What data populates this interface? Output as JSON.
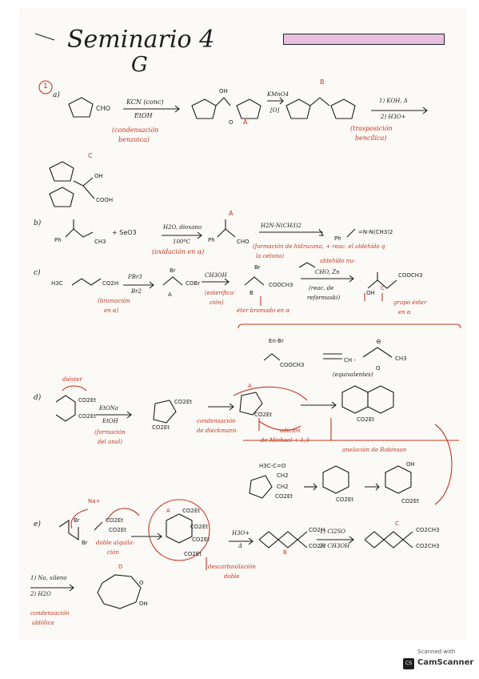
{
  "header": {
    "title": "Seminario 4",
    "subtitle_mark": "G",
    "problem_number": "1"
  },
  "colors": {
    "ink": "#1d1d1d",
    "red": "#c4341f",
    "pink": "#e9c0e0"
  },
  "part_a": {
    "label": "a)",
    "reactant": "CHO",
    "reagent_top": "KCN (conc)",
    "reagent_bottom": "EtOH",
    "note": [
      "(condensación",
      "benzoica)"
    ],
    "oh": "OH",
    "o": "O",
    "label_A": "A",
    "reagent2_top": "KMnO4",
    "reagent2_bottom": "[O]",
    "label_B": "B",
    "reagent3_line1": "1) KOH, Δ",
    "reagent3_line2": "2) H3O+",
    "note2": [
      "(trasposición",
      "bencílica)"
    ],
    "label_C": "C",
    "c_oh": "OH",
    "c_cooh": "COOH"
  },
  "part_b": {
    "label": "b)",
    "ph": "Ph",
    "ch3": "CH3",
    "plus_reagent": "+ SeO3",
    "reagent_top": "H2O, dioxano",
    "reagent_bottom": "100ºC",
    "note": "(oxidación en α)",
    "label_A": "A",
    "ph2": "Ph",
    "cho": "CHO",
    "reagent2": "H2N-N(CH3)2",
    "product": "Ph",
    "product_tail": "=N-N(CH3)2",
    "note2_line1": "(formación de hidrazona, + reac. el aldehído q",
    "note2_line2": "la cetona)"
  },
  "part_c": {
    "label": "c)",
    "h3c": "H3C",
    "co2h": "CO2H",
    "reagent_top": "PBr3",
    "reagent_bottom": "Br2",
    "note": [
      "(bromación",
      "en α)"
    ],
    "br": "Br",
    "label_A": "A",
    "cobr": "COBr",
    "reagent2": "CH3OH",
    "note2": [
      "(esterifica-",
      "ción)"
    ],
    "label_B": "B",
    "br2": "Br",
    "cooch3": "COOCH3",
    "red_note_small": "aldehído nu-",
    "reagent3": "CHO, Zn",
    "note3": [
      "(reac. de",
      "reformaski)"
    ],
    "oh": "OH",
    "label_C": "C",
    "cooch3_2": "COOCH3",
    "red_note3": [
      "grupo éster",
      "en α"
    ],
    "red_note_eter": "éter bromado en α",
    "box_label": "En-Br",
    "box_cooch3": "COOCH3",
    "box_equiv": "(equivalentes)",
    "box_ch": "CH -",
    "box_ch3": "CH3",
    "box_o": "O",
    "box_minus": "⊖"
  },
  "part_d": {
    "label": "d)",
    "red_top": "diéster",
    "co2et_1": "CO2Et",
    "co2et_2": "CO2Et",
    "reagent_top": "EtONa",
    "reagent_bottom": "EtOH",
    "note": [
      "(formación",
      "del anol)"
    ],
    "co2et_3": "CO2Et",
    "co2et_4": "CO2Et",
    "note2": [
      "condensación",
      "de dieckmann"
    ],
    "label_A": "A",
    "co2et_5": "CO2Et",
    "red_note": [
      "adición",
      "de Michael + 1,4"
    ],
    "co2et_6": "CO2Et",
    "red_note2": "anelación de Robinson",
    "mech_label": "H3C-C=O",
    "mech_ch2": "CH2",
    "mech_ch2b": "CH2",
    "mech_co2et": "CO2Et",
    "mech_co2et2": "CO2Et",
    "mech_oh": "OH",
    "mech_co2et3": "CO2Et"
  },
  "part_e": {
    "label": "e)",
    "na": "Na+",
    "br1": "Br",
    "br2": "Br",
    "co2et_1": "CO2Et",
    "co2et_2": "CO2Et",
    "note": [
      "doble alquila-",
      "ción"
    ],
    "label_A": "A",
    "box_co2et": [
      "CO2Et",
      "CO2Et",
      "CO2Et",
      "CO2Et"
    ],
    "reagent_top": "H3O+",
    "reagent_bottom": "Δ",
    "red_note": [
      "descarboxilación",
      "doble"
    ],
    "label_B": "B",
    "co2h_1": "CO2H",
    "co2h_2": "CO2H",
    "reagent2_line1": "1) Cl2SO",
    "reagent2_line2": "2) CH3OH",
    "label_C": "C",
    "co2ch3_1": "CO2CH3",
    "co2ch3_2": "CO2CH3"
  },
  "part_f": {
    "reagent_line1": "1) Na, xileno",
    "reagent_line2": "2) H2O",
    "label_D": "D",
    "o": "O",
    "oh": "OH",
    "note": [
      "condensación",
      "aldólica"
    ]
  },
  "footer": {
    "scanned_with": "Scanned with",
    "app": "CamScanner",
    "badge": "CS"
  }
}
